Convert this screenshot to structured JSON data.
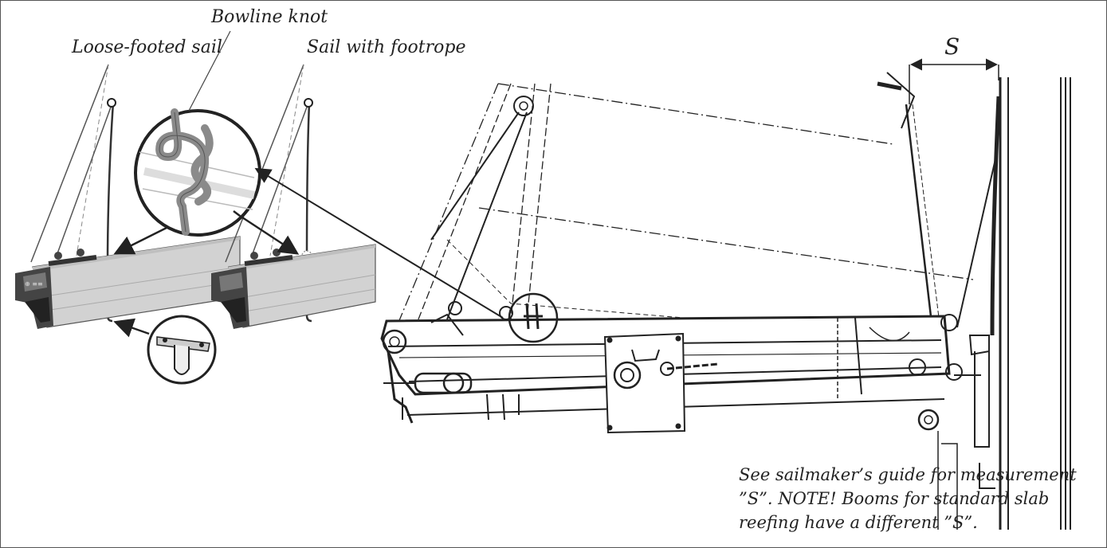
{
  "labels": {
    "bowline_knot": "Bowline knot",
    "loose_footed_sail": "Loose-footed sail",
    "sail_with_footrope": "Sail with footrope",
    "measurement": "S"
  },
  "note": {
    "lines": [
      "See sailmaker’s guide for measurement",
      "”S”. NOTE! Booms for standard slab",
      "reefing have a different ”S”."
    ]
  },
  "colors": {
    "ink": "#222222",
    "boom_gray": "#d2d2d2",
    "boom_dark": "#444444",
    "knot_gray": "#8a8a8a",
    "border": "#555555"
  },
  "icons": [
    "bowline-knot-detail-icon",
    "hook-fitting-icon",
    "boom-end-fitting-icon"
  ]
}
